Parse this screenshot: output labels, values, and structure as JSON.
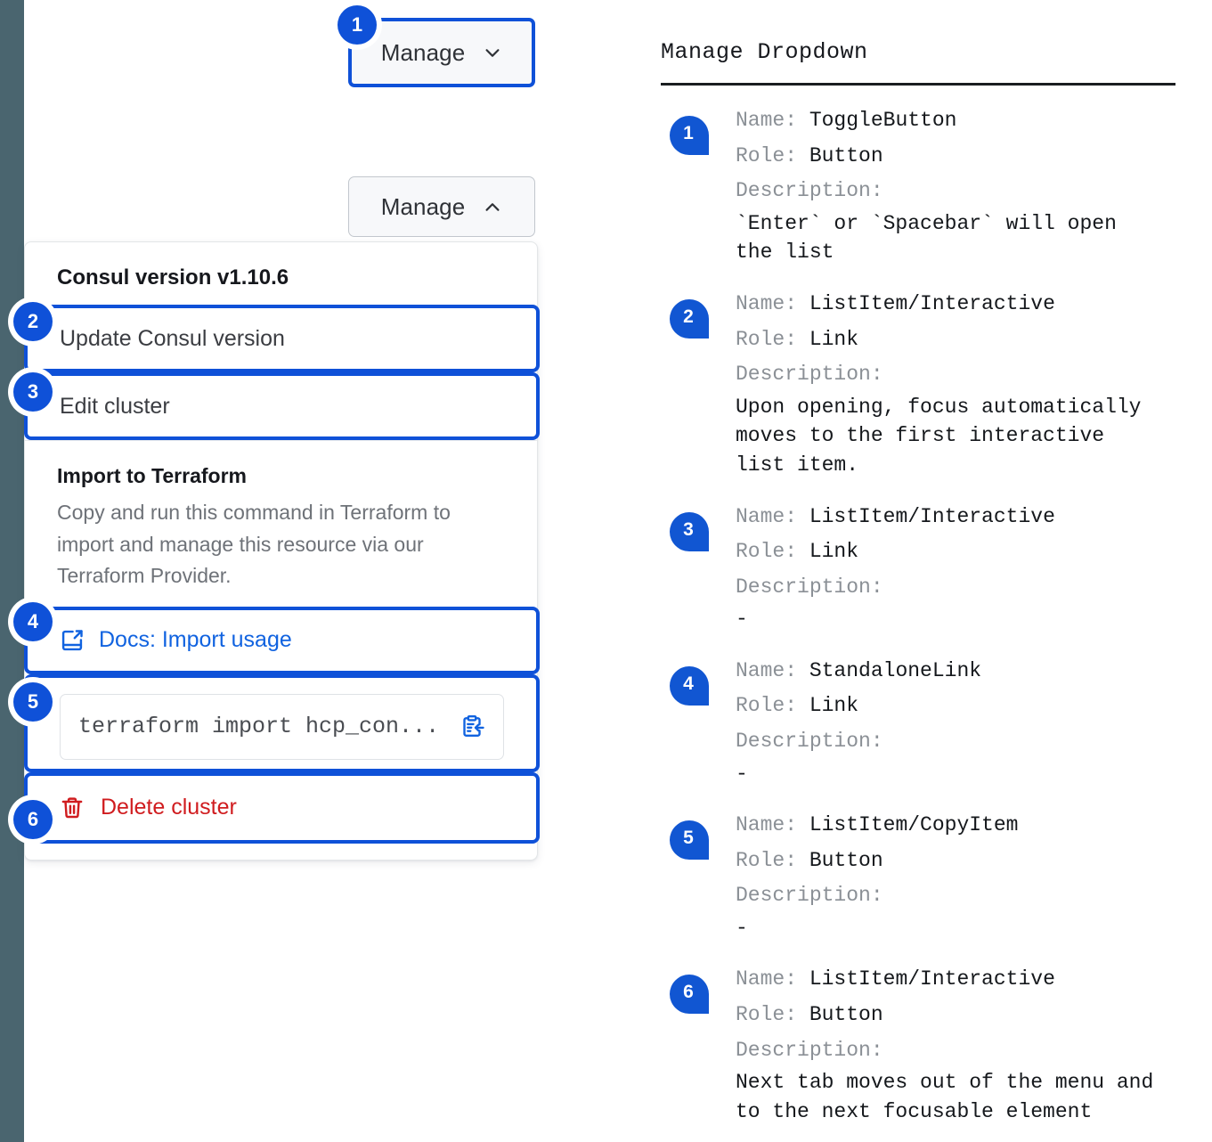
{
  "colors": {
    "accent_blue": "#0f51d8",
    "pin_blue": "#1156d2",
    "link_blue": "#1163e0",
    "danger_red": "#d01c1f",
    "rail_slate": "#4a656f",
    "button_bg": "#f7f8fa"
  },
  "left": {
    "toggle_closed": {
      "label": "Manage",
      "icon": "chevron-down-icon",
      "badge": "1"
    },
    "toggle_open": {
      "label": "Manage",
      "icon": "chevron-up-icon"
    },
    "panel": {
      "header": "Consul version v1.10.6",
      "items": [
        {
          "badge": "2",
          "label": "Update Consul version"
        },
        {
          "badge": "3",
          "label": "Edit cluster"
        }
      ],
      "section": {
        "title": "Import to Terraform",
        "body": "Copy and run this command in Terraform to import and manage this resource via our Terraform Provider."
      },
      "docs_link": {
        "badge": "4",
        "label": "Docs: Import usage",
        "icon": "docs-external-link-icon"
      },
      "copy_row": {
        "badge": "5",
        "value": "terraform import hcp_con...",
        "icon": "copy-clipboard-icon"
      },
      "delete_row": {
        "badge": "6",
        "label": "Delete cluster",
        "icon": "trash-icon"
      }
    }
  },
  "doc": {
    "title": "Manage Dropdown",
    "labels": {
      "name": "Name:",
      "role": "Role:",
      "description": "Description:"
    },
    "entries": [
      {
        "badge": "1",
        "name": "ToggleButton",
        "role": "Button",
        "description": "`Enter` or `Spacebar` will open\nthe list"
      },
      {
        "badge": "2",
        "name": "ListItem/Interactive",
        "role": "Link",
        "description": "Upon opening, focus automatically\nmoves to the first interactive\nlist item."
      },
      {
        "badge": "3",
        "name": "ListItem/Interactive",
        "role": "Link",
        "description": "-"
      },
      {
        "badge": "4",
        "name": "StandaloneLink",
        "role": "Link",
        "description": "-"
      },
      {
        "badge": "5",
        "name": "ListItem/CopyItem",
        "role": "Button",
        "description": "-"
      },
      {
        "badge": "6",
        "name": "ListItem/Interactive",
        "role": "Button",
        "description": "Next tab moves out of the menu and\nto the next focusable element"
      }
    ]
  }
}
